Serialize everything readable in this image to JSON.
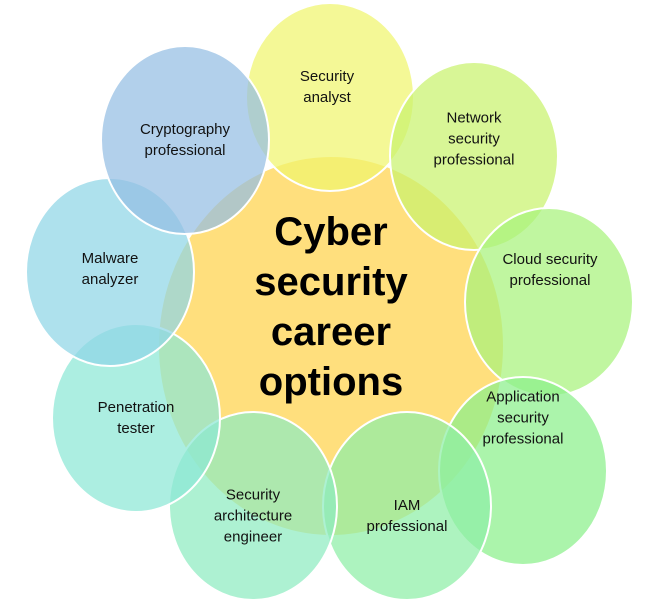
{
  "center": {
    "label": "Cyber\nsecurity\ncareer\noptions",
    "color": "#FFD966"
  },
  "nodes": [
    {
      "label": "Security\nanalyst",
      "color": "#F0F56E"
    },
    {
      "label": "Network\nsecurity\nprofessional",
      "color": "#C9F26E"
    },
    {
      "label": "Cloud security\nprofessional",
      "color": "#A8F27C"
    },
    {
      "label": "Application\nsecurity\nprofessional",
      "color": "#8BF08A"
    },
    {
      "label": "IAM\nprofessional",
      "color": "#8EEFA6"
    },
    {
      "label": "Security\narchitecture\nengineer",
      "color": "#8DEBC0"
    },
    {
      "label": "Penetration\ntester",
      "color": "#8CE8D6"
    },
    {
      "label": "Malware\nanalyzer",
      "color": "#8FD6E6"
    },
    {
      "label": "Cryptography\nprofessional",
      "color": "#94BEE3"
    }
  ]
}
